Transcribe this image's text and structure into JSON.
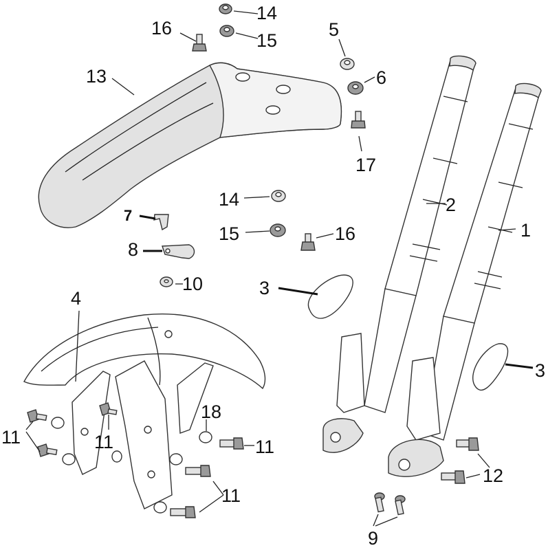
{
  "labels": {
    "l1": "1",
    "l2": "2",
    "l3a": "3",
    "l3b": "3",
    "l4": "4",
    "l5": "5",
    "l6": "6",
    "l7": "7",
    "l8": "8",
    "l9": "9",
    "l10": "10",
    "l11a": "11",
    "l11b": "11",
    "l11c": "11",
    "l11d": "11",
    "l12": "12",
    "l13": "13",
    "l14a": "14",
    "l14b": "14",
    "l15a": "15",
    "l15b": "15",
    "l16a": "16",
    "l16b": "16",
    "l17": "17",
    "l18": "18"
  }
}
